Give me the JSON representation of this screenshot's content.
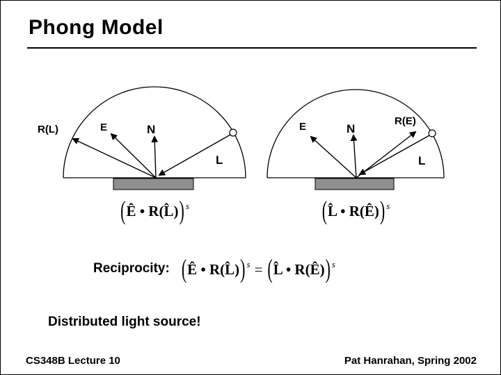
{
  "title": "Phong Model",
  "diagrams": {
    "left": {
      "labels": {
        "rl": "R(L)",
        "e": "E",
        "n": "N",
        "l": "L"
      }
    },
    "right": {
      "labels": {
        "e": "E",
        "n": "N",
        "re": "R(E)",
        "l": "L"
      }
    }
  },
  "formulas": {
    "lparen": "(",
    "rparen": ")",
    "exp": "s",
    "left_body": "Ê • R(L̂)",
    "right_body": "L̂ • R(Ê)",
    "reciprocity_label": "Reciprocity:",
    "equals": "="
  },
  "notes": {
    "distributed": "Distributed light source!"
  },
  "footer": {
    "left": "CS348B Lecture 10",
    "right": "Pat Hanrahan, Spring 2002"
  },
  "colors": {
    "surface_gray": "#8f8f8f",
    "ink": "#000000",
    "background": "#ffffff"
  }
}
